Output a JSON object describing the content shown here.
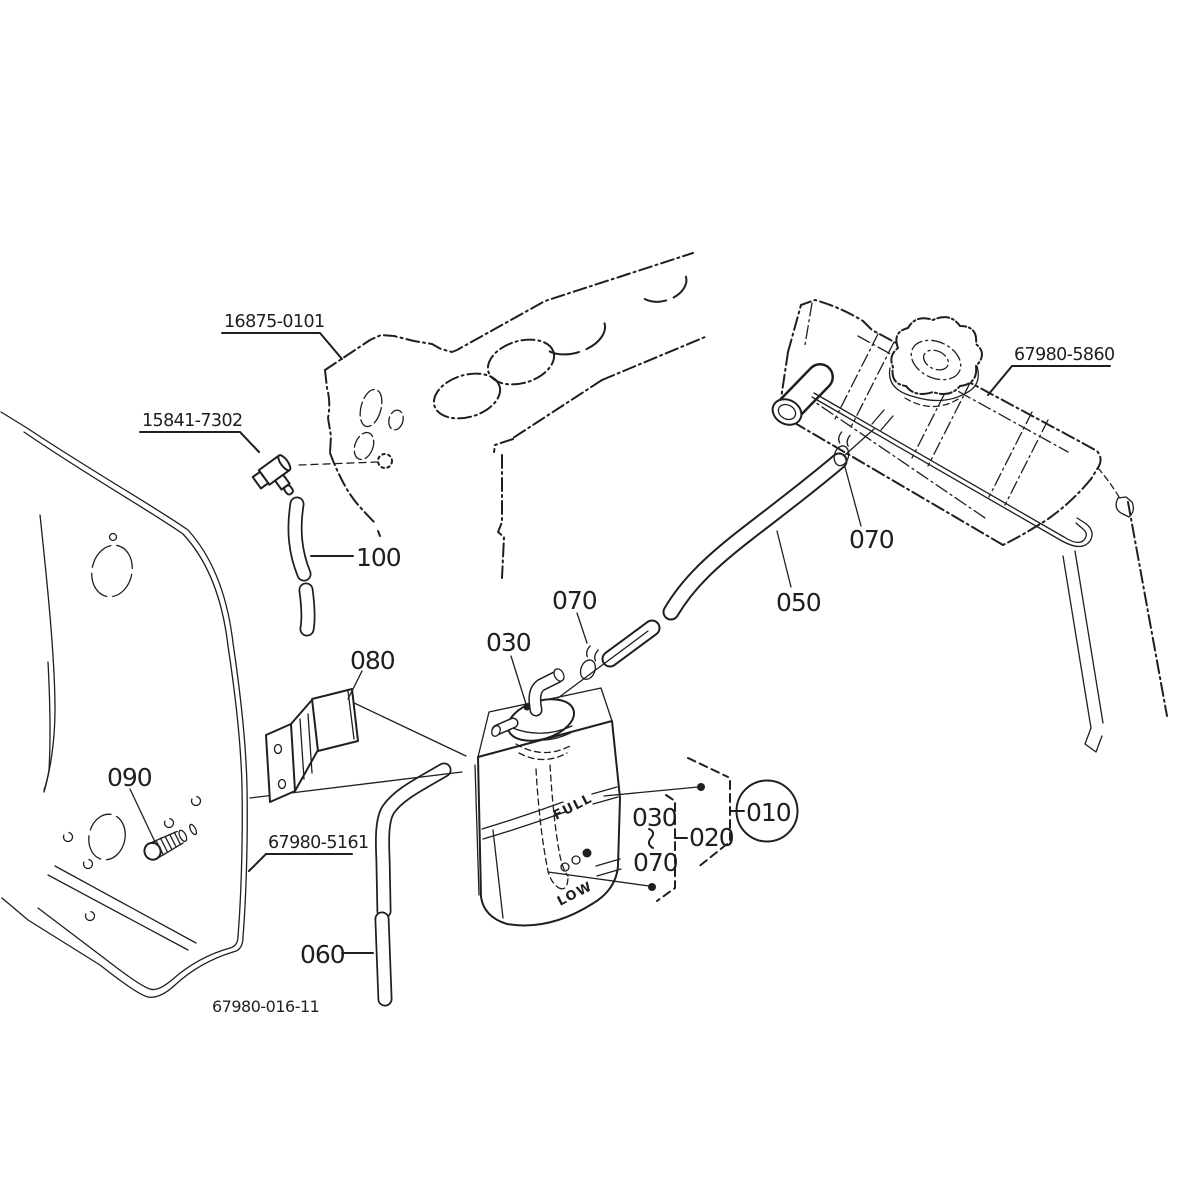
{
  "drawing": {
    "background": "#ffffff",
    "ink": "#1f1f1f",
    "highlight_red": "#cc1522"
  },
  "part_numbers": {
    "engine_head": "16875-0101",
    "drain_cock": "15841-7302",
    "radiator": "67980-5860",
    "panel": "67980-5161",
    "diagram_ref": "67980-016-11"
  },
  "callouts": {
    "hose_engine": "100",
    "clamp_radiator": "070",
    "hose_radiator": "050",
    "clamp_tank": "070",
    "cap_top": "030",
    "bracket": "080",
    "bolt": "090",
    "hose_overflow": "060",
    "cap_group": "030",
    "sub_group": "020",
    "clamp_group": "070",
    "tank_assembly": "010"
  },
  "tank_markings": {
    "full": "FULL",
    "low": "LOW"
  }
}
